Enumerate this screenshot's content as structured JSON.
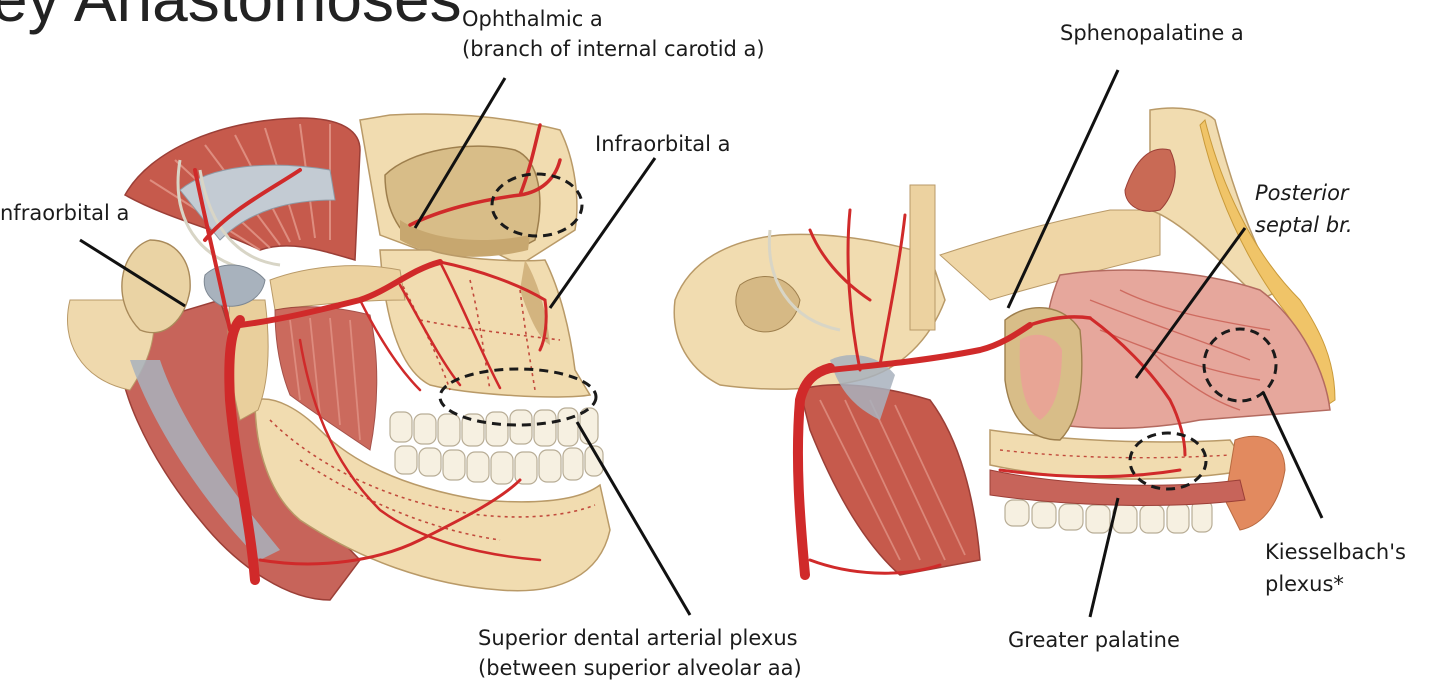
{
  "page_title_fragment": "ey Anastomoses",
  "labels": {
    "ophthalmic_line1": "Ophthalmic a",
    "ophthalmic_line2": "(branch of internal carotid a)",
    "infraorbital_left": "nfraorbital a",
    "infraorbital_mid": "Infraorbital a",
    "superior_dental_line1": "Superior dental arterial plexus",
    "superior_dental_line2": "(between superior alveolar aa)",
    "sphenopalatine": "Sphenopalatine a",
    "posterior_septal_line1": "Posterior",
    "posterior_septal_line2": "septal br.",
    "kiesselbach_line1": "Kiesselbach's",
    "kiesselbach_line2": "plexus*",
    "greater_palatine": "Greater palatine"
  },
  "colors": {
    "bone": "#f1dcb0",
    "muscle": "#c65a4c",
    "artery": "#d02a2a",
    "mucosa": "#e6a79c",
    "nerve": "#d8d5c6",
    "fascia": "#a8b2bd"
  }
}
